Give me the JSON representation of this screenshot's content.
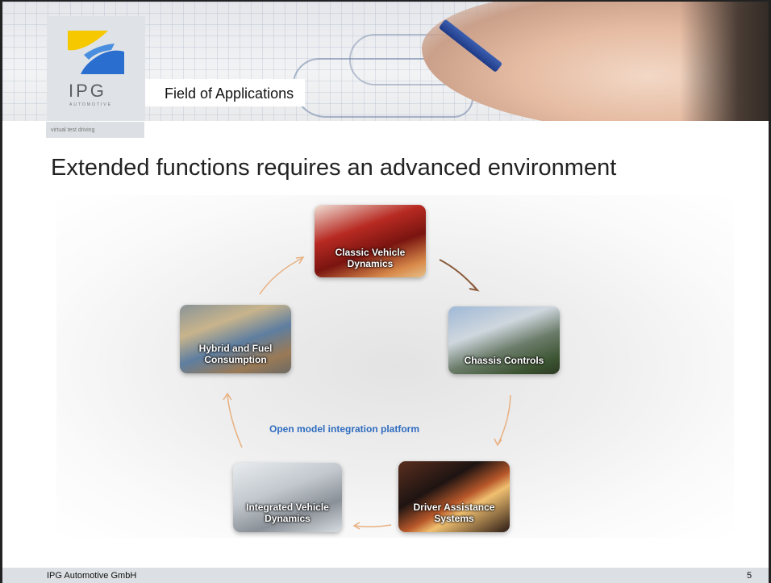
{
  "header": {
    "logo_text": "IPG",
    "logo_subtext": "AUTOMOTIVE",
    "tagline": "virtual test driving",
    "section_title": "Field of Applications"
  },
  "main": {
    "heading": "Extended functions requires an advanced environment",
    "center_label": "Open model integration platform",
    "nodes": [
      {
        "label_line1": "Classic Vehicle",
        "label_line2": "Dynamics"
      },
      {
        "label_line1": "Chassis Controls",
        "label_line2": ""
      },
      {
        "label_line1": "Driver Assistance",
        "label_line2": "Systems"
      },
      {
        "label_line1": "Integrated Vehicle",
        "label_line2": "Dynamics"
      },
      {
        "label_line1": "Hybrid  and Fuel",
        "label_line2": "Consumption"
      }
    ]
  },
  "footer": {
    "company": "IPG Automotive GmbH",
    "page_number": "5"
  },
  "colors": {
    "accent_blue": "#2f6cc0",
    "arrow": "#e0a070",
    "logo_yellow": "#f6c800",
    "logo_blue": "#2a6fd0"
  },
  "icons": {
    "logo": "ipg-swoosh-logo"
  }
}
